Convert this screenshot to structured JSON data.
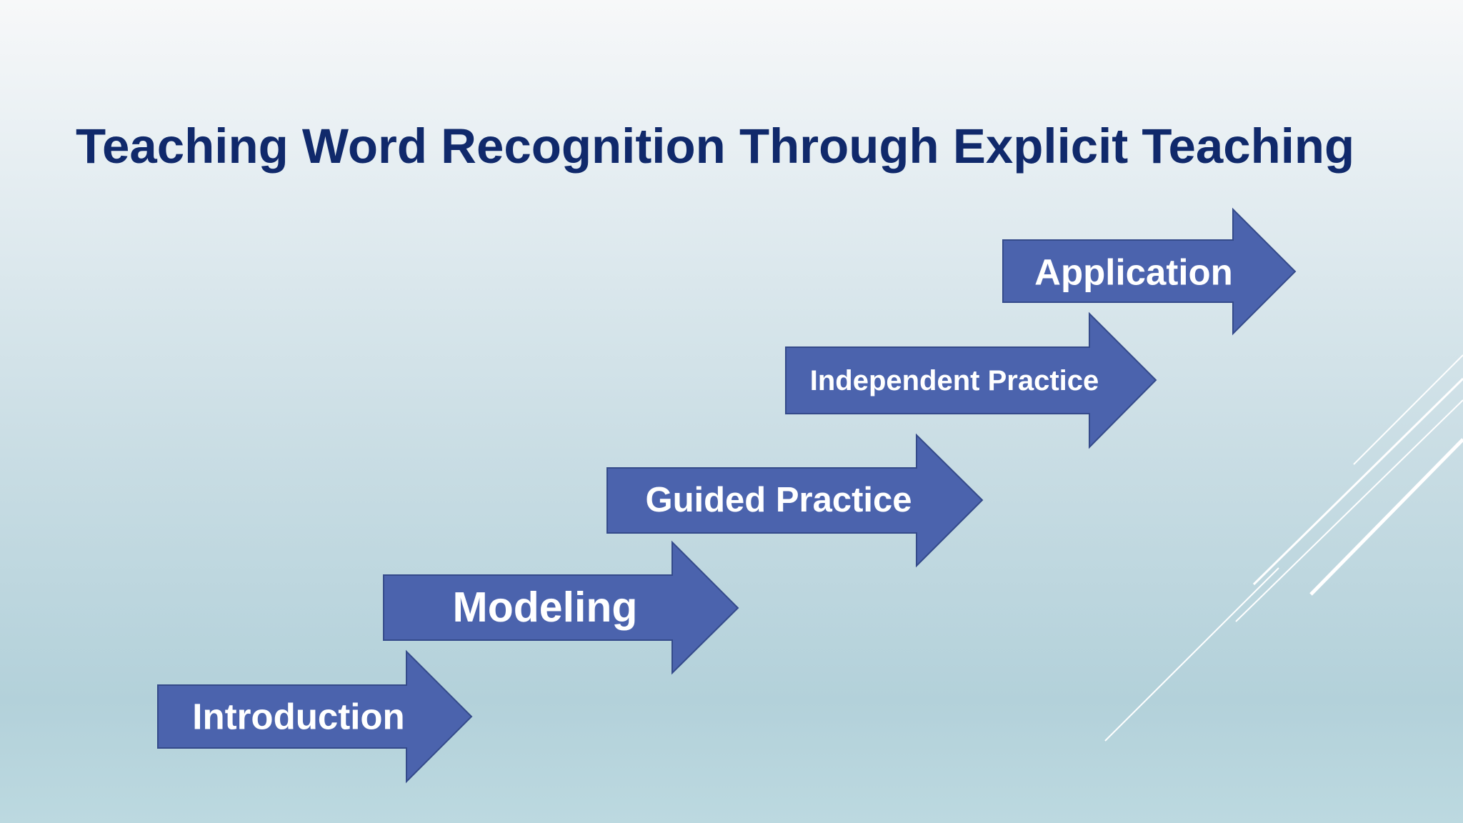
{
  "slide": {
    "title": "Teaching Word Recognition Through Explicit Teaching"
  },
  "steps": [
    {
      "label": "Introduction"
    },
    {
      "label": "Modeling"
    },
    {
      "label": "Guided Practice"
    },
    {
      "label": "Independent Practice"
    },
    {
      "label": "Application"
    }
  ],
  "colors": {
    "title": "#10296b",
    "arrow_fill": "#4b63ad",
    "arrow_stroke": "#344a8a",
    "arrow_text": "#ffffff"
  }
}
